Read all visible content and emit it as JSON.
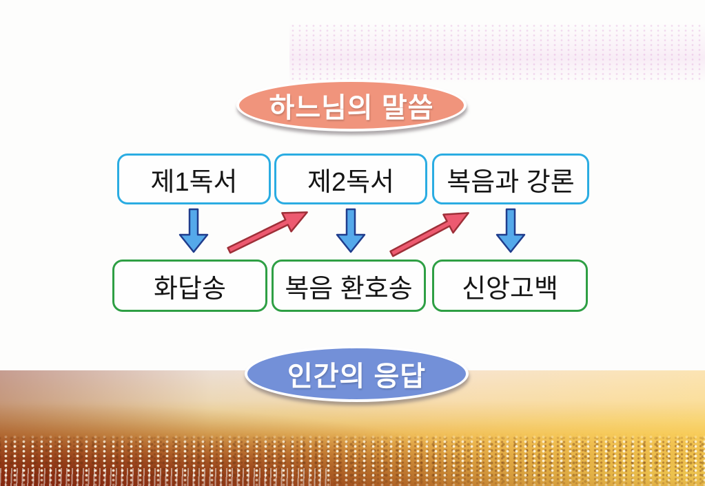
{
  "diagram": {
    "top_oval": {
      "label": "하느님의 말씀"
    },
    "top_row": [
      {
        "label": "제1독서"
      },
      {
        "label": "제2독서"
      },
      {
        "label": "복음과 강론"
      }
    ],
    "bottom_row": [
      {
        "label": "화답송"
      },
      {
        "label": "복음 환호송"
      },
      {
        "label": "신앙고백"
      }
    ],
    "bottom_oval": {
      "label": "인간의 응답"
    },
    "colors": {
      "top_oval_fill": "#F0947C",
      "bottom_oval_fill": "#7390D8",
      "oval_text_color": "#FFFFFF",
      "box_text_color": "#151515",
      "top_box_border": "#2AACE2",
      "bottom_box_border": "#2E9F44",
      "down_arrow_fill": "#55A9EA",
      "down_arrow_outline": "#1F3C8C",
      "up_arrow_fill": "#ED5A70",
      "up_arrow_outline": "#9E2F38"
    }
  }
}
